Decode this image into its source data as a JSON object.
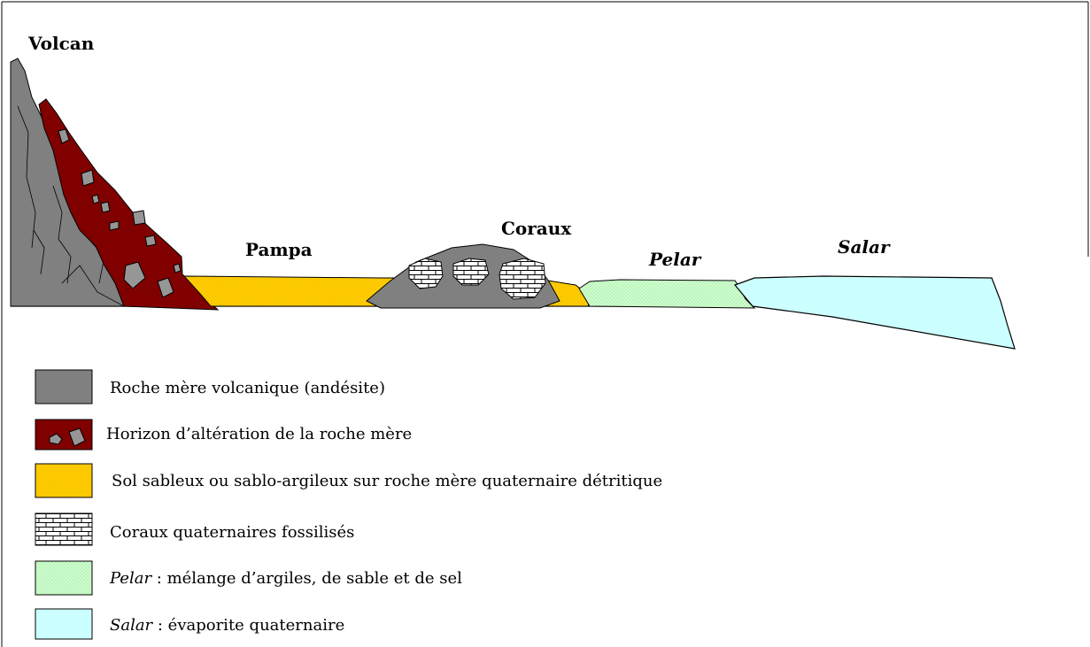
{
  "labels": {
    "volcan": "Volcan",
    "pampa": "Pampa",
    "coraux": "Coraux",
    "pelar": "Pelar",
    "salar": "Salar"
  },
  "legend": [
    {
      "key": "andesite",
      "text": "Roche mère volcanique (andésite)"
    },
    {
      "key": "alteration",
      "text": "Horizon d’altération de la roche mère"
    },
    {
      "key": "sol",
      "text": "Sol sableux ou sablo-argileux sur roche mère quaternaire détritique"
    },
    {
      "key": "coraux",
      "text": "Coraux quaternaires fossilisés"
    },
    {
      "key": "pelar",
      "italic": "Pelar",
      "text": " : mélange d’argiles, de sable et de sel"
    },
    {
      "key": "salar",
      "italic": "Salar",
      "text": " : évaporite quaternaire"
    }
  ],
  "colors": {
    "andesite": "#808080",
    "alteration": "#800000",
    "sol": "#ffcc00",
    "pelar": "#ccffcc",
    "salar": "#ccffff",
    "stone": "#969696"
  }
}
